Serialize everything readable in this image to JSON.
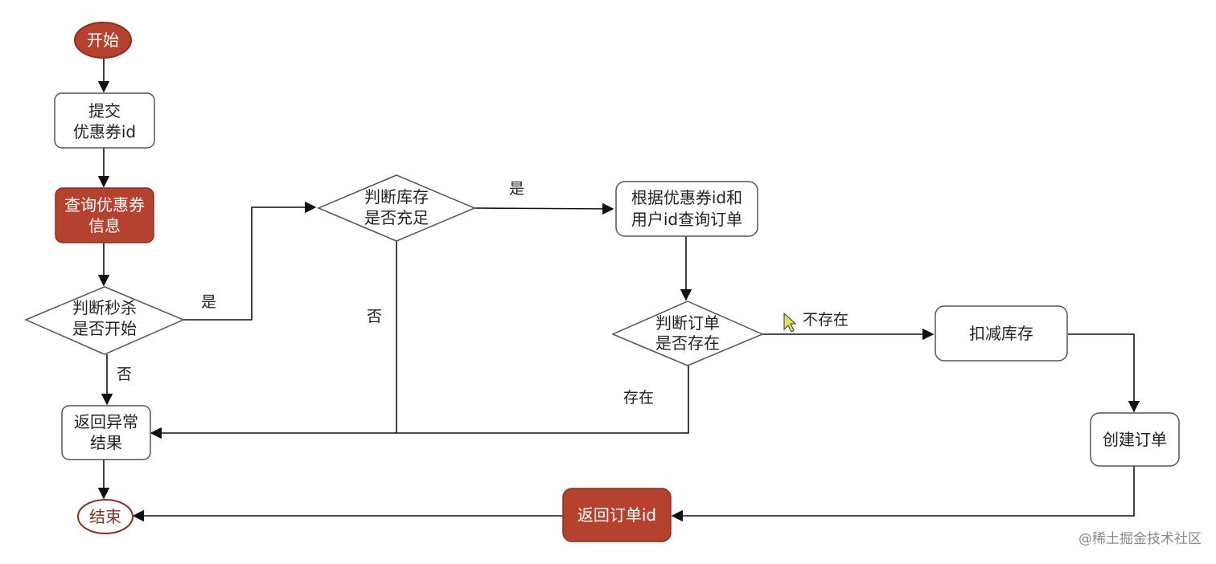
{
  "nodes": {
    "start": {
      "lines": [
        "开始"
      ]
    },
    "submit": {
      "lines": [
        "提交",
        "优惠券id"
      ]
    },
    "query_coupon": {
      "lines": [
        "查询优惠券",
        "信息"
      ]
    },
    "check_seckill": {
      "lines": [
        "判断秒杀",
        "是否开始"
      ]
    },
    "check_stock": {
      "lines": [
        "判断库存",
        "是否充足"
      ]
    },
    "query_order": {
      "lines": [
        "根据优惠券id和",
        "用户id查询订单"
      ]
    },
    "check_order": {
      "lines": [
        "判断订单",
        "是否存在"
      ]
    },
    "deduct_stock": {
      "lines": [
        "扣减库存"
      ]
    },
    "create_order": {
      "lines": [
        "创建订单"
      ]
    },
    "return_order_id": {
      "lines": [
        "返回订单id"
      ]
    },
    "return_error": {
      "lines": [
        "返回异常",
        "结果"
      ]
    },
    "end": {
      "lines": [
        "结束"
      ]
    }
  },
  "edge_labels": {
    "seckill_yes": "是",
    "seckill_no": "否",
    "stock_yes": "是",
    "stock_no": "否",
    "order_not_exist": "不存在",
    "order_exist": "存在"
  },
  "watermark": "@稀土掘金技术社区",
  "colors": {
    "accent": "#b5422f",
    "accent_stroke": "#8c2e1e",
    "node_fill": "#ffffff",
    "node_stroke": "#555555",
    "line": "#111111"
  }
}
